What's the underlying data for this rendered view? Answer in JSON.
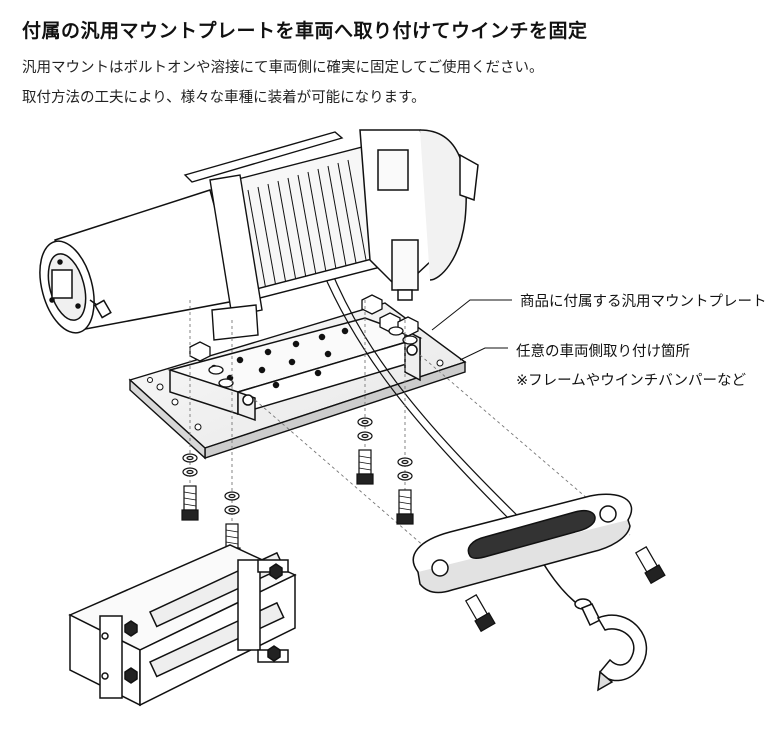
{
  "header": {
    "title": "付属の汎用マウントプレートを車両へ取り付けてウインチを固定",
    "description_lines": [
      "汎用マウントはボルトオンや溶接にて車両側に確実に固定してご使用ください。",
      "取付方法の工夫により、様々な車種に装着が可能になります。"
    ]
  },
  "diagram": {
    "callouts": {
      "mount_plate": "商品に付属する汎用マウントプレート",
      "vehicle_location": "任意の車両側取り付け箇所",
      "vehicle_location_note": "※フレームやウインチバンパーなど"
    },
    "icons": [
      "winch-motor-icon",
      "cable-drum-icon",
      "gearbox-icon",
      "mount-plate-icon",
      "bolt-icon",
      "washer-icon",
      "nut-icon",
      "hawse-fairlead-icon",
      "roller-fairlead-icon",
      "hook-icon"
    ]
  }
}
